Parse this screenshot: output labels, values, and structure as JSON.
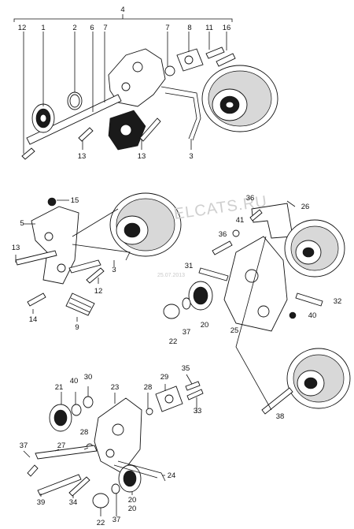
{
  "diagram": {
    "callouts": [
      "4",
      "12",
      "1",
      "2",
      "6",
      "7",
      "7",
      "8",
      "11",
      "16",
      "13",
      "13",
      "3",
      "15",
      "5",
      "13",
      "3",
      "12",
      "14",
      "9",
      "36",
      "26",
      "41",
      "36",
      "31",
      "25",
      "32",
      "40",
      "22",
      "37",
      "20",
      "38",
      "21",
      "40",
      "30",
      "23",
      "28",
      "29",
      "35",
      "33",
      "37",
      "27",
      "28",
      "20",
      "24",
      "39",
      "34",
      "22",
      "37",
      "20"
    ],
    "watermark": "ELCATS.RU",
    "date_stamp": "25.07.2013"
  }
}
